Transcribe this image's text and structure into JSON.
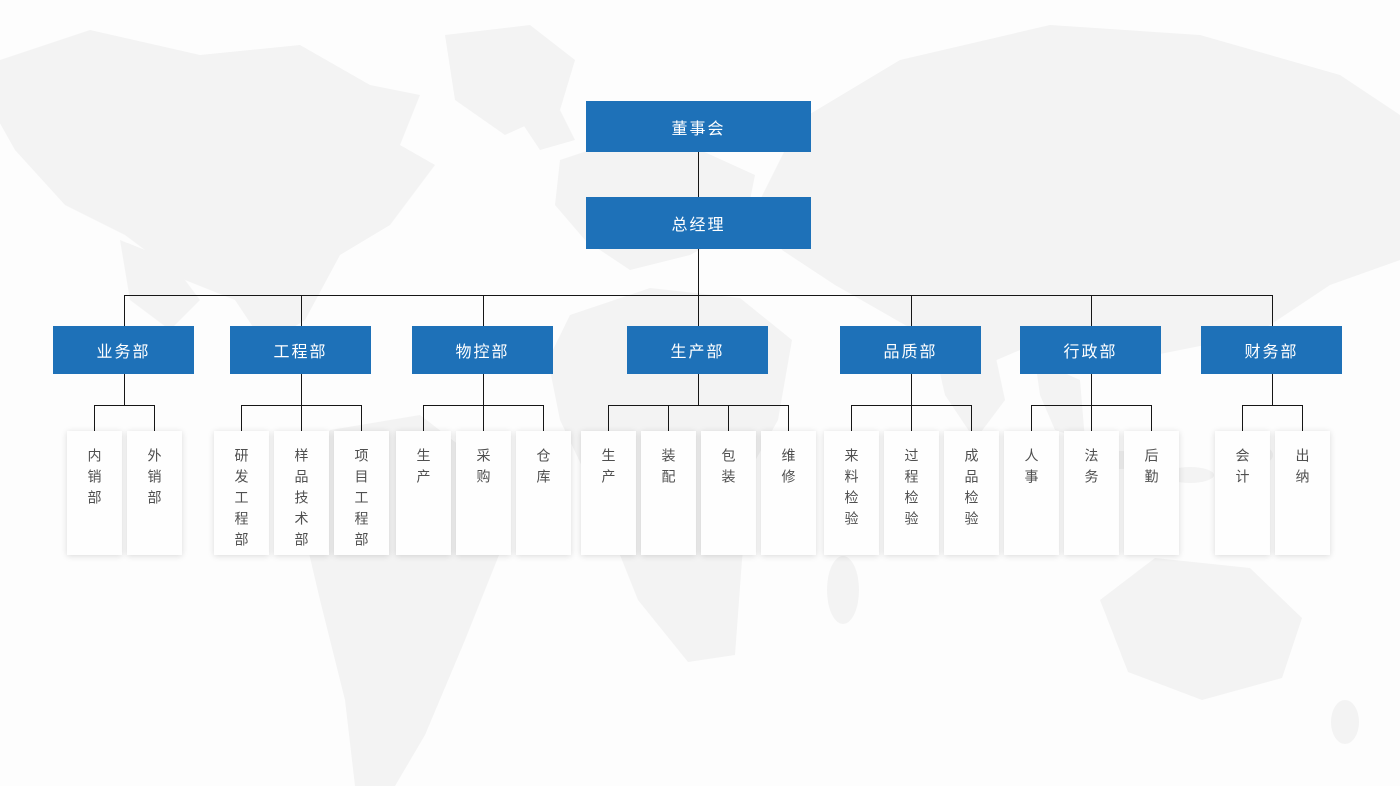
{
  "colors": {
    "background": "#fdfdfd",
    "map_fill": "#f3f3f3",
    "box_blue": "#1e71b8",
    "box_text": "#ffffff",
    "connector_line": "#161616",
    "sub_box_bg": "#fefefe",
    "sub_box_text": "#4f4f4f"
  },
  "org_chart": {
    "root": {
      "label": "董事会"
    },
    "executive": {
      "label": "总经理"
    },
    "departments": [
      {
        "label": "业务部",
        "children": [
          "内销部",
          "外销部"
        ]
      },
      {
        "label": "工程部",
        "children": [
          "研发工程部",
          "样品技术部",
          "项目工程部"
        ]
      },
      {
        "label": "物控部",
        "children": [
          "生产",
          "采购",
          "仓库"
        ]
      },
      {
        "label": "生产部",
        "children": [
          "生产",
          "装配",
          "包装",
          "维修"
        ]
      },
      {
        "label": "品质部",
        "children": [
          "来料检验",
          "过程检验",
          "成品检验"
        ]
      },
      {
        "label": "行政部",
        "children": [
          "人事",
          "法务",
          "后勤"
        ]
      },
      {
        "label": "财务部",
        "children": [
          "会计",
          "出纳"
        ]
      }
    ]
  }
}
